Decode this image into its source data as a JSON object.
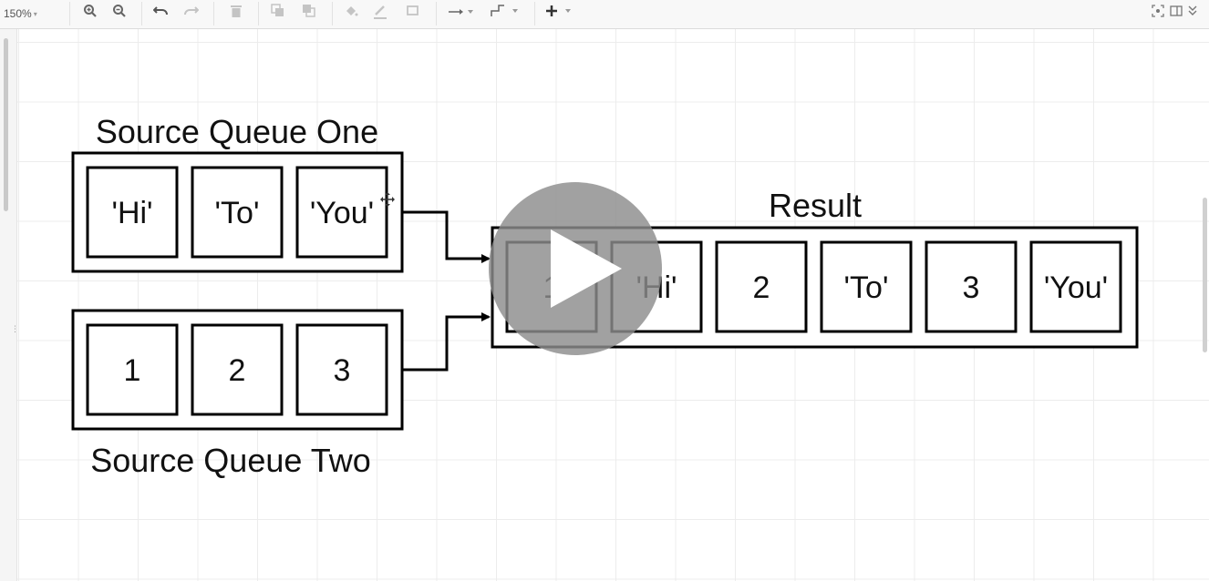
{
  "toolbar": {
    "zoom_label": "150%",
    "icons": [
      "zoom-in-icon",
      "zoom-out-icon",
      "undo-icon",
      "redo-icon",
      "delete-icon",
      "to-front-icon",
      "to-back-icon",
      "fill-color-icon",
      "line-color-icon",
      "shadow-icon",
      "connection-icon",
      "waypoints-icon",
      "insert-icon",
      "fit-icon",
      "format-panel-icon",
      "collapse-icon"
    ]
  },
  "diagram": {
    "source_one": {
      "title": "Source Queue One",
      "cells": [
        "'Hi'",
        "'To'",
        "'You'"
      ]
    },
    "source_two": {
      "title": "Source Queue Two",
      "cells": [
        "1",
        "2",
        "3"
      ]
    },
    "result": {
      "title": "Result",
      "cells": [
        "1",
        "'Hi'",
        "2",
        "'To'",
        "3",
        "'You'"
      ]
    }
  },
  "video": {
    "play_icon": "play-icon"
  }
}
